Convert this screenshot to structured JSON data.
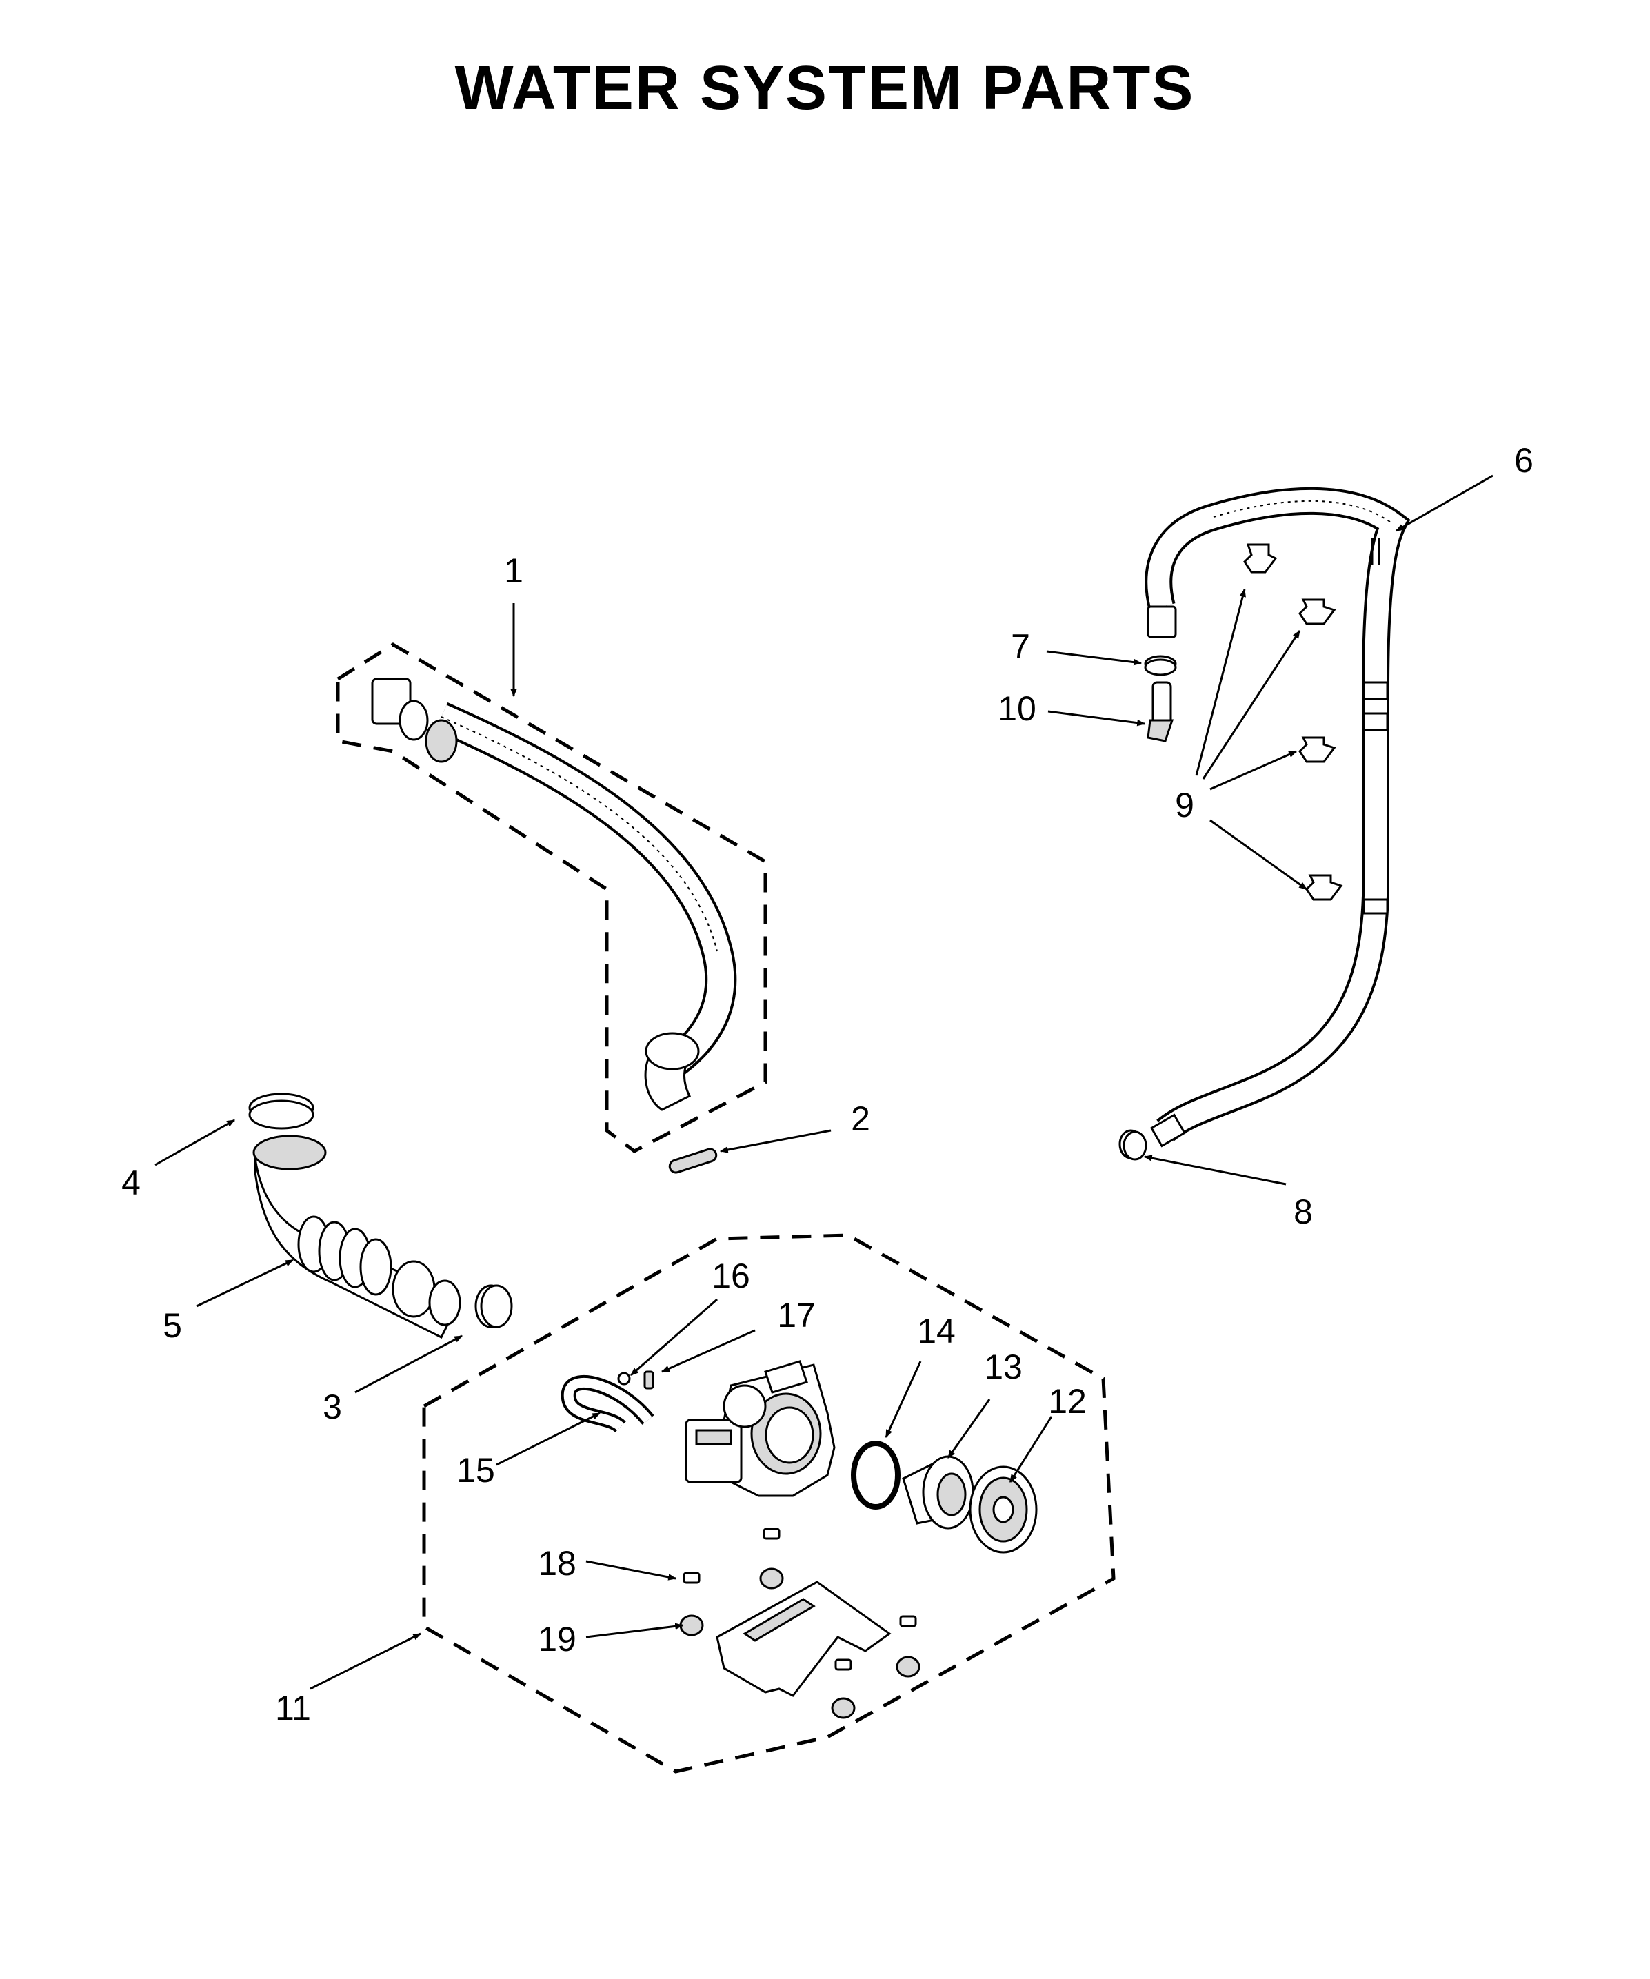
{
  "title": "WATER SYSTEM PARTS",
  "callouts": {
    "c1": "1",
    "c2": "2",
    "c3": "3",
    "c4": "4",
    "c5": "5",
    "c6": "6",
    "c7": "7",
    "c8": "8",
    "c9": "9",
    "c10": "10",
    "c11": "11",
    "c12": "12",
    "c13": "13",
    "c14": "14",
    "c15": "15",
    "c16": "16",
    "c17": "17",
    "c18": "18",
    "c19": "19"
  }
}
